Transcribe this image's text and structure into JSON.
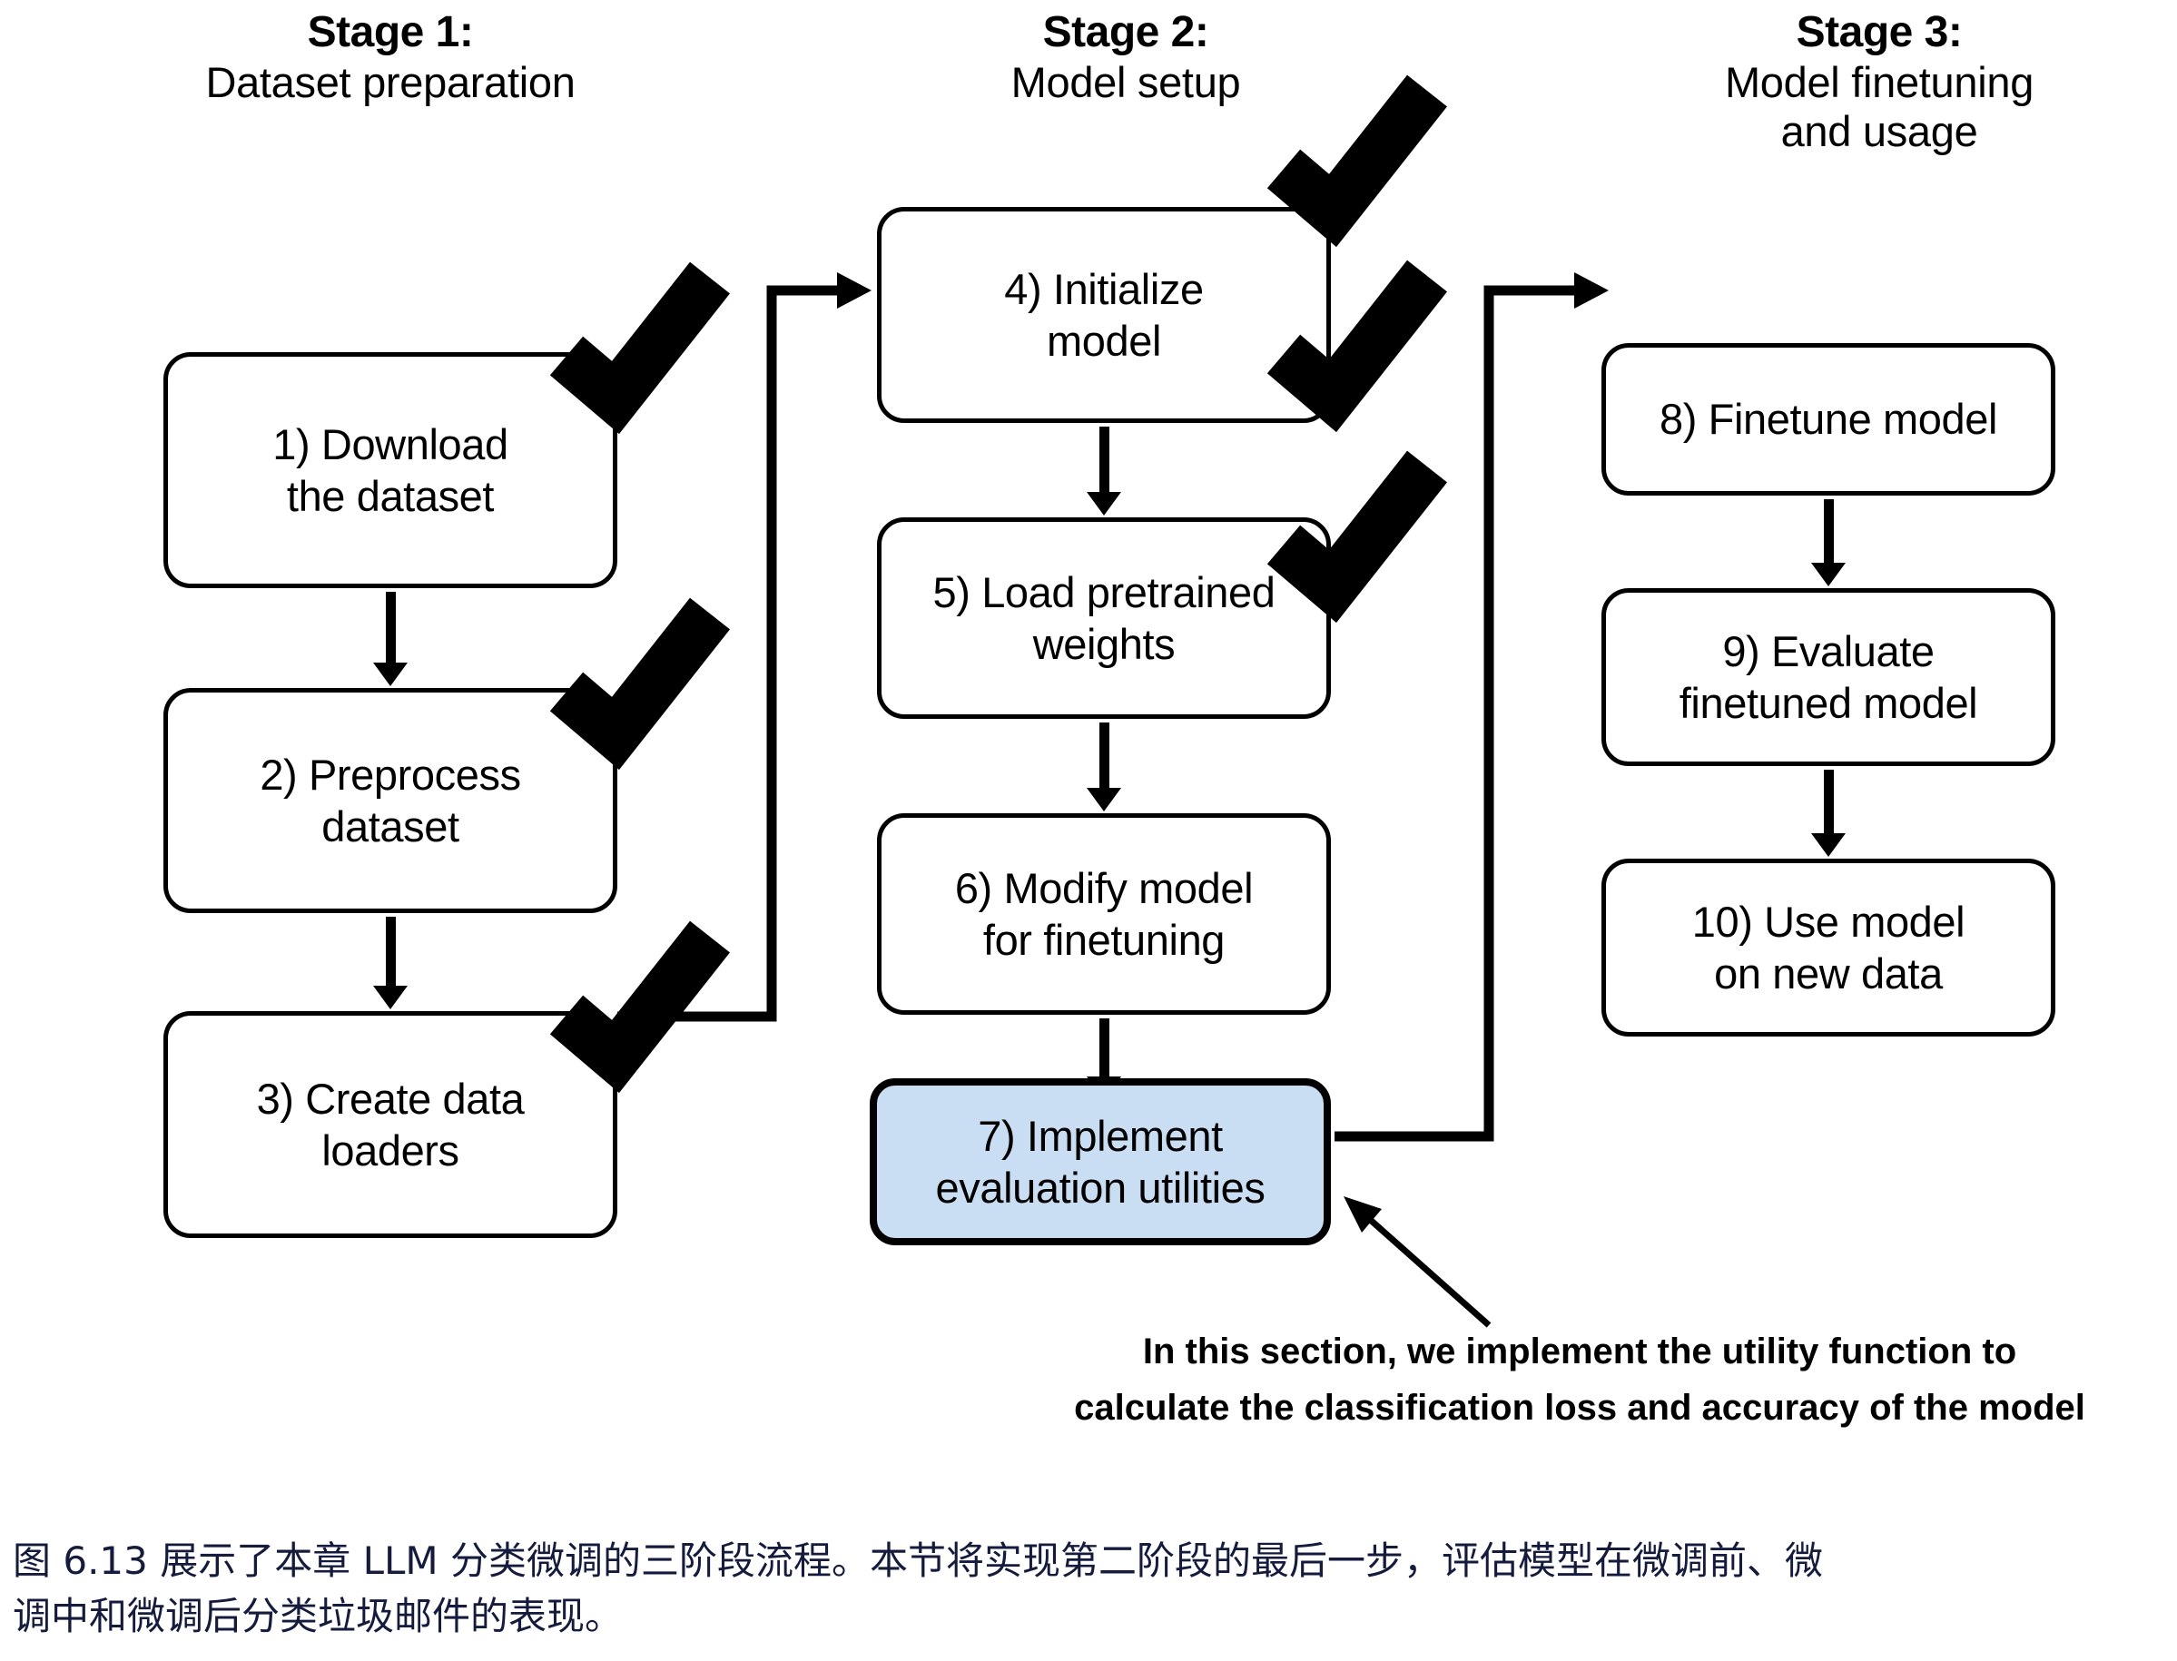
{
  "stages": [
    {
      "title": "Stage 1:",
      "subtitle": "Dataset preparation"
    },
    {
      "title": "Stage 2:",
      "subtitle": "Model setup"
    },
    {
      "title": "Stage 3:",
      "subtitle_line1": "Model finetuning",
      "subtitle_line2": "and usage"
    }
  ],
  "nodes": {
    "n1": {
      "line1": "1) Download",
      "line2": "the dataset"
    },
    "n2": {
      "line1": "2) Preprocess",
      "line2": "dataset"
    },
    "n3": {
      "line1": "3) Create data",
      "line2": "loaders"
    },
    "n4": {
      "line1": "4) Initialize",
      "line2": "model"
    },
    "n5": {
      "line1": "5) Load pretrained",
      "line2": "weights"
    },
    "n6": {
      "line1": "6) Modify model",
      "line2": "for finetuning"
    },
    "n7": {
      "line1": "7) Implement",
      "line2": "evaluation utilities"
    },
    "n8": {
      "line1": "8) Finetune model",
      "line2": ""
    },
    "n9": {
      "line1": "9) Evaluate",
      "line2": "finetuned model"
    },
    "n10": {
      "line1": "10) Use model",
      "line2": "on new data"
    }
  },
  "callout": {
    "line1": "In this section, we implement the utility function to",
    "line2": "calculate the classification loss and accuracy of the model"
  },
  "caption": {
    "line1": "图 6.13 展示了本章 LLM 分类微调的三阶段流程。本节将实现第二阶段的最后一步，评估模型在微调前、微",
    "line2": "调中和微调后分类垃圾邮件的表现。"
  },
  "colors": {
    "highlight_fill": "#c9def2",
    "stroke": "#000000",
    "caption_text": "#151b3d",
    "background": "#ffffff"
  }
}
